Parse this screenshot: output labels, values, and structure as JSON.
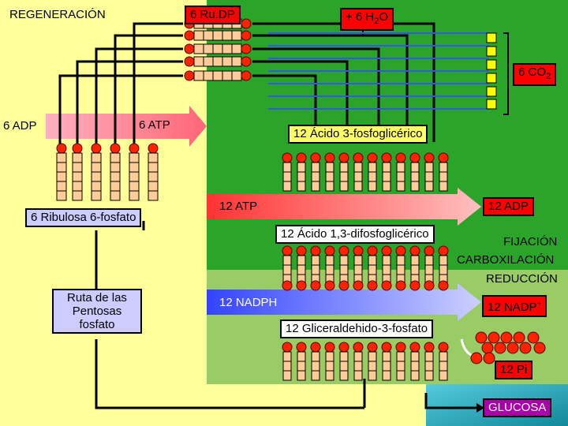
{
  "title": "REGENERACIÓN",
  "rudp": "6 Ru.DP",
  "water": "+ 6 H",
  "water_sub": "2",
  "water_end": "O",
  "co2": "6  CO",
  "co2_sub": "2",
  "adp_left": "6 ADP",
  "atp_left": "6 ATP",
  "pga": "12 Ácido 3-fosfoglicérico",
  "ribulose": "6 Ribulosa 6-fosfato",
  "atp12": "12 ATP",
  "adp12": "12 ADP",
  "bpga": "12 Ácido 1,3-difosfoglicérico",
  "phase_fix": "FIJACIÓN",
  "phase_carb": "CARBOXILACIÓN",
  "phase_red": "REDUCCIÓN",
  "pentose": "Ruta de las Pentosas fosfato",
  "nadph": "12 NADPH",
  "nadp": "12 NADP",
  "nadp_sup": "+",
  "g3p": "12 Gliceraldehido-3-fosfato",
  "pi": "12 Pi",
  "glucose": "GLUCOSA",
  "colors": {
    "regen_bg": "#ffff99",
    "fix_bg": "#33aa33",
    "red_bg": "#99cc66",
    "carbon": "#ffcc99",
    "phosphate": "#ff2200",
    "co2_square": "#ffff00",
    "arrow_atp": "#ff9999",
    "arrow_nadph": "#99aaff",
    "flow_line": "#000000",
    "co2_line": "#3355ff"
  }
}
